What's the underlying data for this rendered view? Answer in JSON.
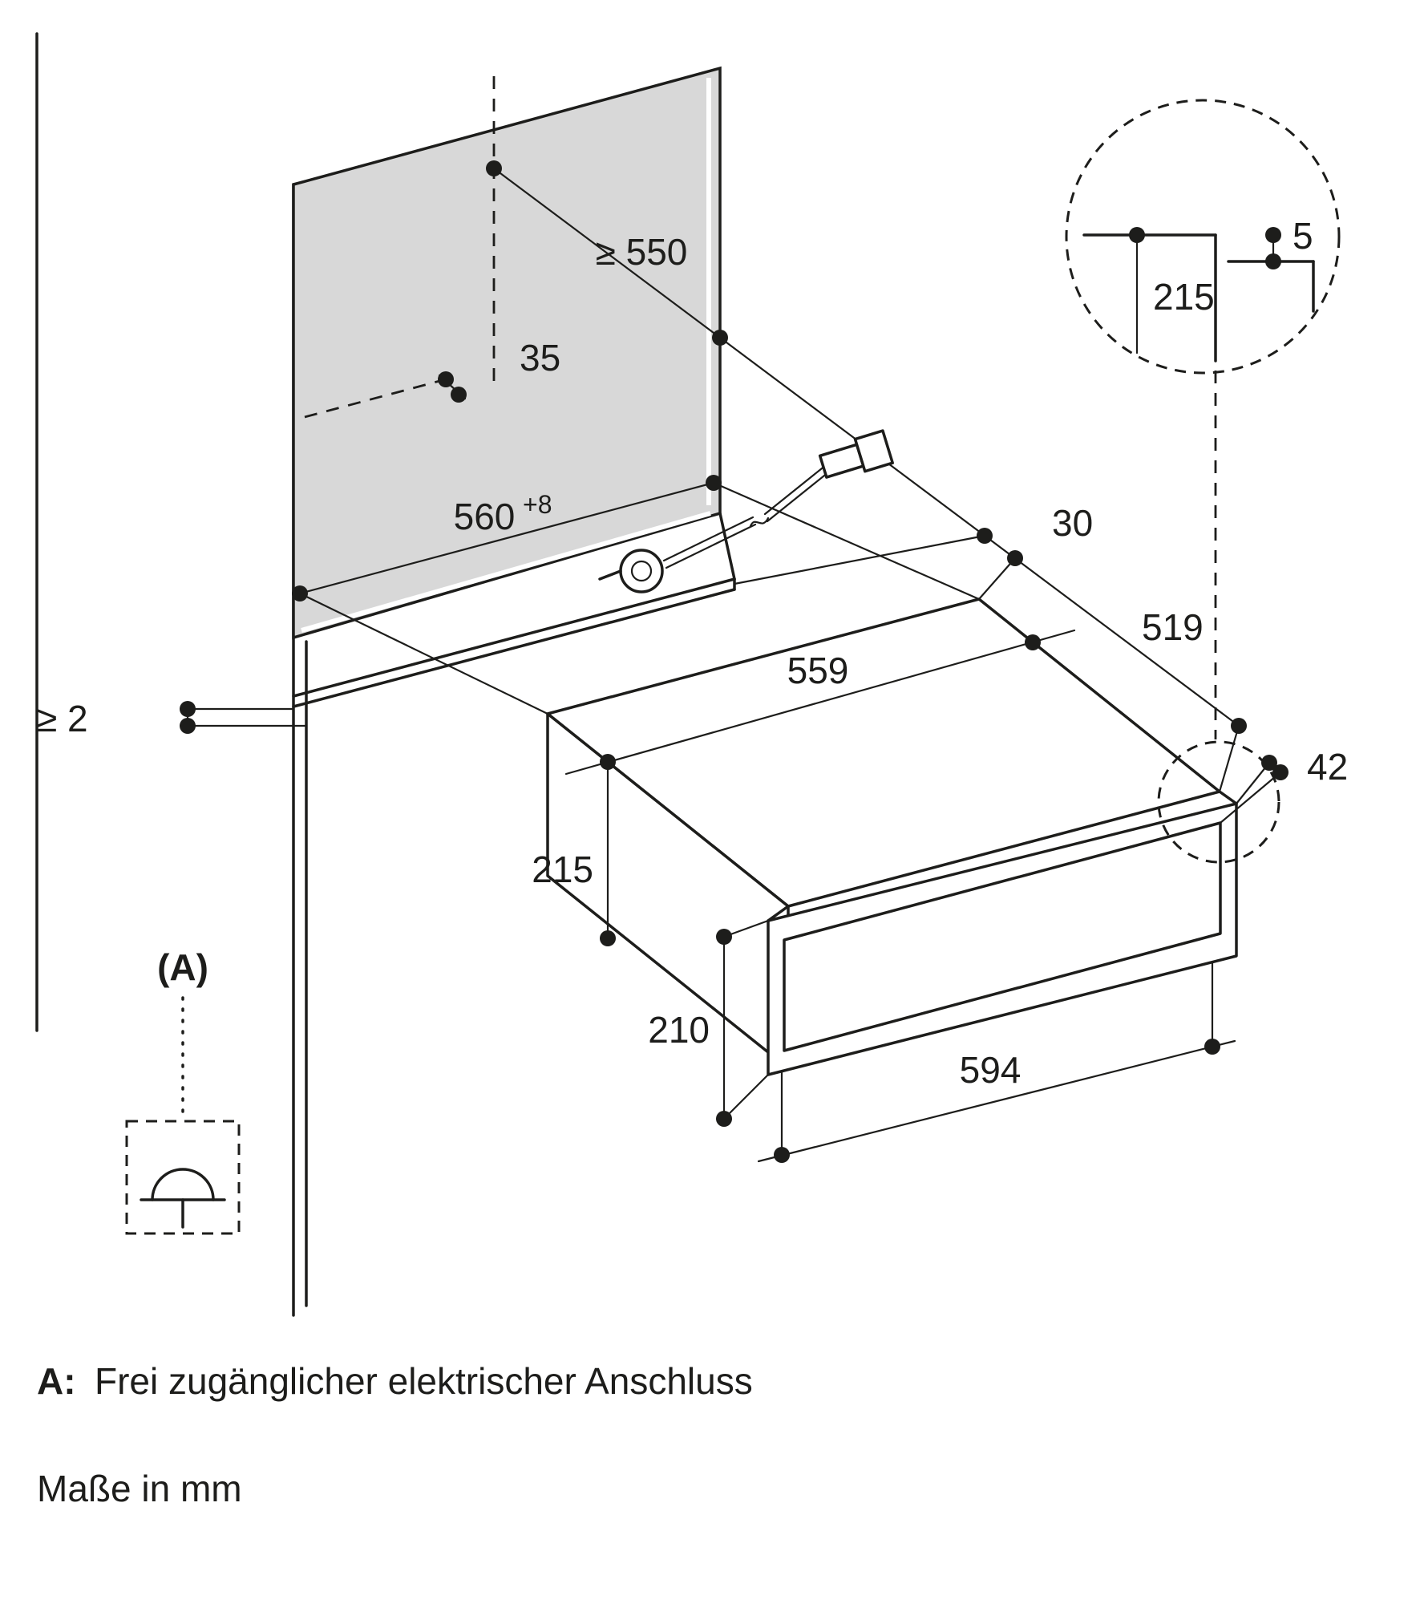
{
  "diagram": {
    "dimensions": {
      "niche_depth": "≥ 550",
      "cable_hole_offset": "35",
      "niche_width": "560",
      "niche_width_tolerance": "+8",
      "side_clearance": "≥ 2",
      "rear_clearance": "30",
      "appliance_depth": "519",
      "appliance_width": "559",
      "corner_detail": "42",
      "appliance_height_back": "215",
      "front_panel_height": "210",
      "front_panel_width": "594",
      "detail_top_gap": "5",
      "detail_niche_height": "215"
    },
    "labels": {
      "connection_marker": "(A)"
    },
    "legend": {
      "a_prefix": "A:",
      "a_text": "Frei zugänglicher elektrischer Anschluss",
      "units_note": "Maße in mm"
    },
    "colors": {
      "line": "#1d1d1b",
      "panel_fill": "#d8d8d8",
      "background": "#ffffff"
    }
  }
}
